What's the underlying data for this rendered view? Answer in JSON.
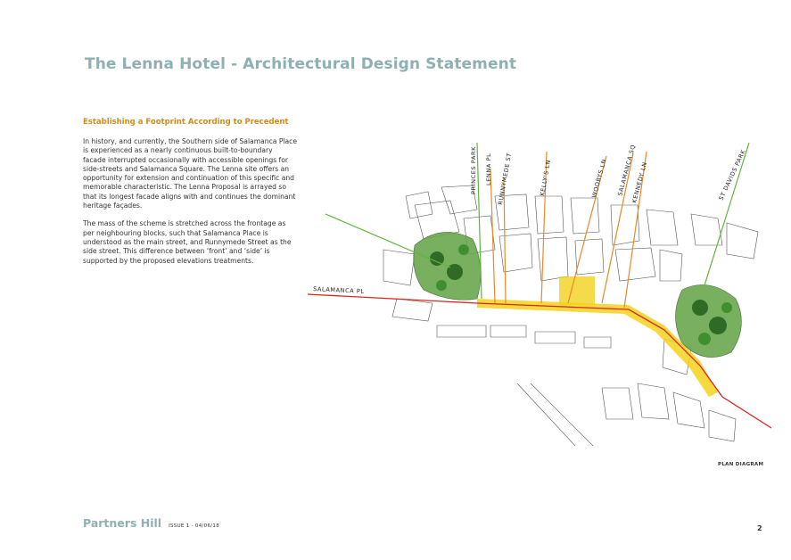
{
  "header": {
    "title": "The Lenna Hotel - Architectural Design Statement"
  },
  "section": {
    "heading": "Establishing a Footprint According to Precedent"
  },
  "body": {
    "paragraph_1": "In history, and currently, the Southern side of Salamanca Place is experienced as a nearly continuous built-to-boundary facade interrupted occasionally with accessible openings for side-streets and Salamanca Square. The Lenna site offers an opportunity for extension and continuation of this specific and memorable characteristic. The Lenna Proposal is arrayed so that its longest facade aligns with and continues the dominant heritage façades.",
    "paragraph_2": "The mass of the scheme is stretched across the frontage as per neighbouring blocks, such that Salamanca Place is understood as the main street, and Runnymede Street as the side street. This difference between ‘front’ and ‘side’ is supported by the proposed elevations treatments."
  },
  "map": {
    "labels": {
      "salamanca_pl": "SALAMANCA PL",
      "princes_park": "PRINCES PARK",
      "lenna_pl": "LENNA PL",
      "runnymede_st": "RUNNYMEDE ST",
      "kellys_ln": "KELLY'S LN",
      "woobys_ln": "WOOBYS LN",
      "salamanca_sq": "SALAMANCA SQ",
      "kennedy_ln": "KENNEDY LN",
      "st_davids_park": "ST DAVIDS PARK"
    },
    "colors": {
      "main_street": "#d9261c",
      "side_street": "#e8892a",
      "green_axis": "#5cb83a",
      "frontage": "#f3d21c",
      "park": "#3f8f2f"
    }
  },
  "caption": {
    "text": "PLAN DIAGRAM"
  },
  "footer": {
    "brand": "Partners Hill",
    "issue": "ISSUE 1 - 04/06/18",
    "page_number": "2"
  }
}
